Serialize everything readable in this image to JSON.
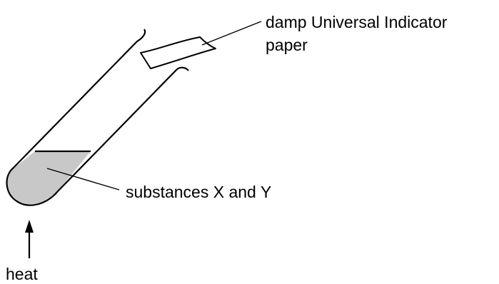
{
  "labels": {
    "indicator_line1": "damp Universal Indicator",
    "indicator_line2": "paper",
    "substances": "substances X and Y",
    "heat": "heat"
  },
  "colors": {
    "ink": "#000000",
    "liquid": "#c8c8c8",
    "paper": "#ffffff",
    "background": "#ffffff"
  }
}
